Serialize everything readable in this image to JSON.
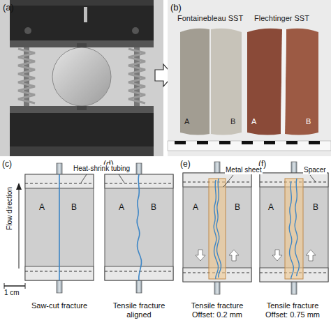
{
  "diagram": {
    "labels": [
      "(a)",
      "(b)",
      "Fontainebleau SST",
      "Flechtinger SST",
      "A",
      "B",
      "A",
      "B",
      "(c)",
      "(d)",
      "(e)",
      "(f)",
      "Heat-shrink tubing",
      "Flow direction",
      "A",
      "B",
      "A",
      "B",
      "Metal sheet",
      "A",
      "B",
      "Spacer",
      "A",
      "B",
      "1 cm",
      "Saw-cut fracture",
      "Tensile fracture aligned",
      "Tensile fracture Offset: 0.2 mm",
      "Tensile fracture Offset: 0.75 mm"
    ]
  }
}
